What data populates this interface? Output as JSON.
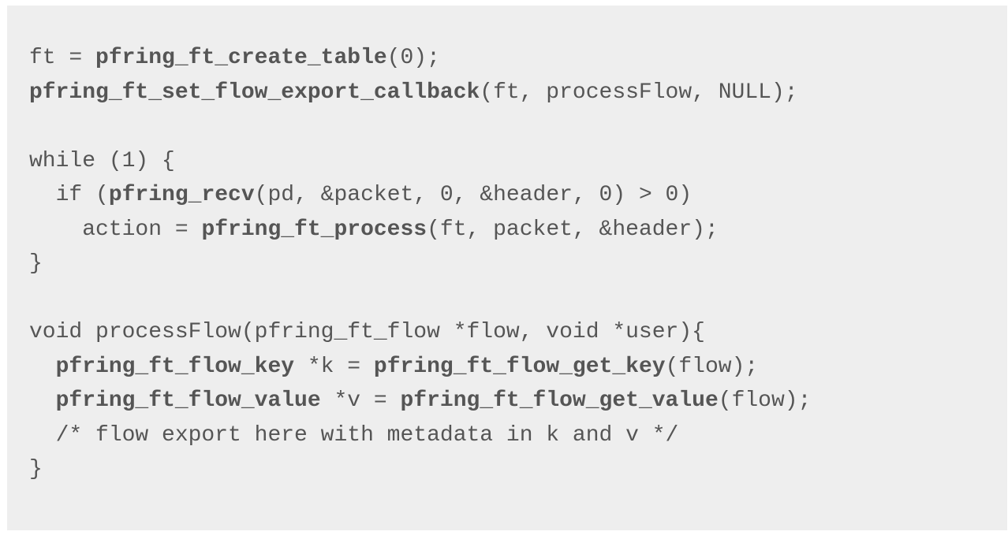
{
  "code": {
    "lines": [
      [
        {
          "t": "ft = ",
          "b": false
        },
        {
          "t": "pfring_ft_create_table",
          "b": true
        },
        {
          "t": "(0);",
          "b": false
        }
      ],
      [
        {
          "t": "pfring_ft_set_flow_export_callback",
          "b": true
        },
        {
          "t": "(ft, processFlow, NULL);",
          "b": false
        }
      ],
      [],
      [
        {
          "t": "while (1) {",
          "b": false
        }
      ],
      [
        {
          "t": "  if (",
          "b": false
        },
        {
          "t": "pfring_recv",
          "b": true
        },
        {
          "t": "(pd, &packet, 0, &header, 0) > 0)",
          "b": false
        }
      ],
      [
        {
          "t": "    action = ",
          "b": false
        },
        {
          "t": "pfring_ft_process",
          "b": true
        },
        {
          "t": "(ft, packet, &header);",
          "b": false
        }
      ],
      [
        {
          "t": "}",
          "b": false
        }
      ],
      [],
      [
        {
          "t": "void processFlow(pfring_ft_flow *flow, void *user){",
          "b": false
        }
      ],
      [
        {
          "t": "  ",
          "b": false
        },
        {
          "t": "pfring_ft_flow_key",
          "b": true
        },
        {
          "t": " *k = ",
          "b": false
        },
        {
          "t": "pfring_ft_flow_get_key",
          "b": true
        },
        {
          "t": "(flow);",
          "b": false
        }
      ],
      [
        {
          "t": "  ",
          "b": false
        },
        {
          "t": "pfring_ft_flow_value",
          "b": true
        },
        {
          "t": " *v = ",
          "b": false
        },
        {
          "t": "pfring_ft_flow_get_value",
          "b": true
        },
        {
          "t": "(flow);",
          "b": false
        }
      ],
      [
        {
          "t": "  /* flow export here with metadata in k and v */",
          "b": false
        }
      ],
      [
        {
          "t": "}",
          "b": false
        }
      ]
    ]
  },
  "colors": {
    "background": "#eeeeee",
    "text": "#555555"
  }
}
